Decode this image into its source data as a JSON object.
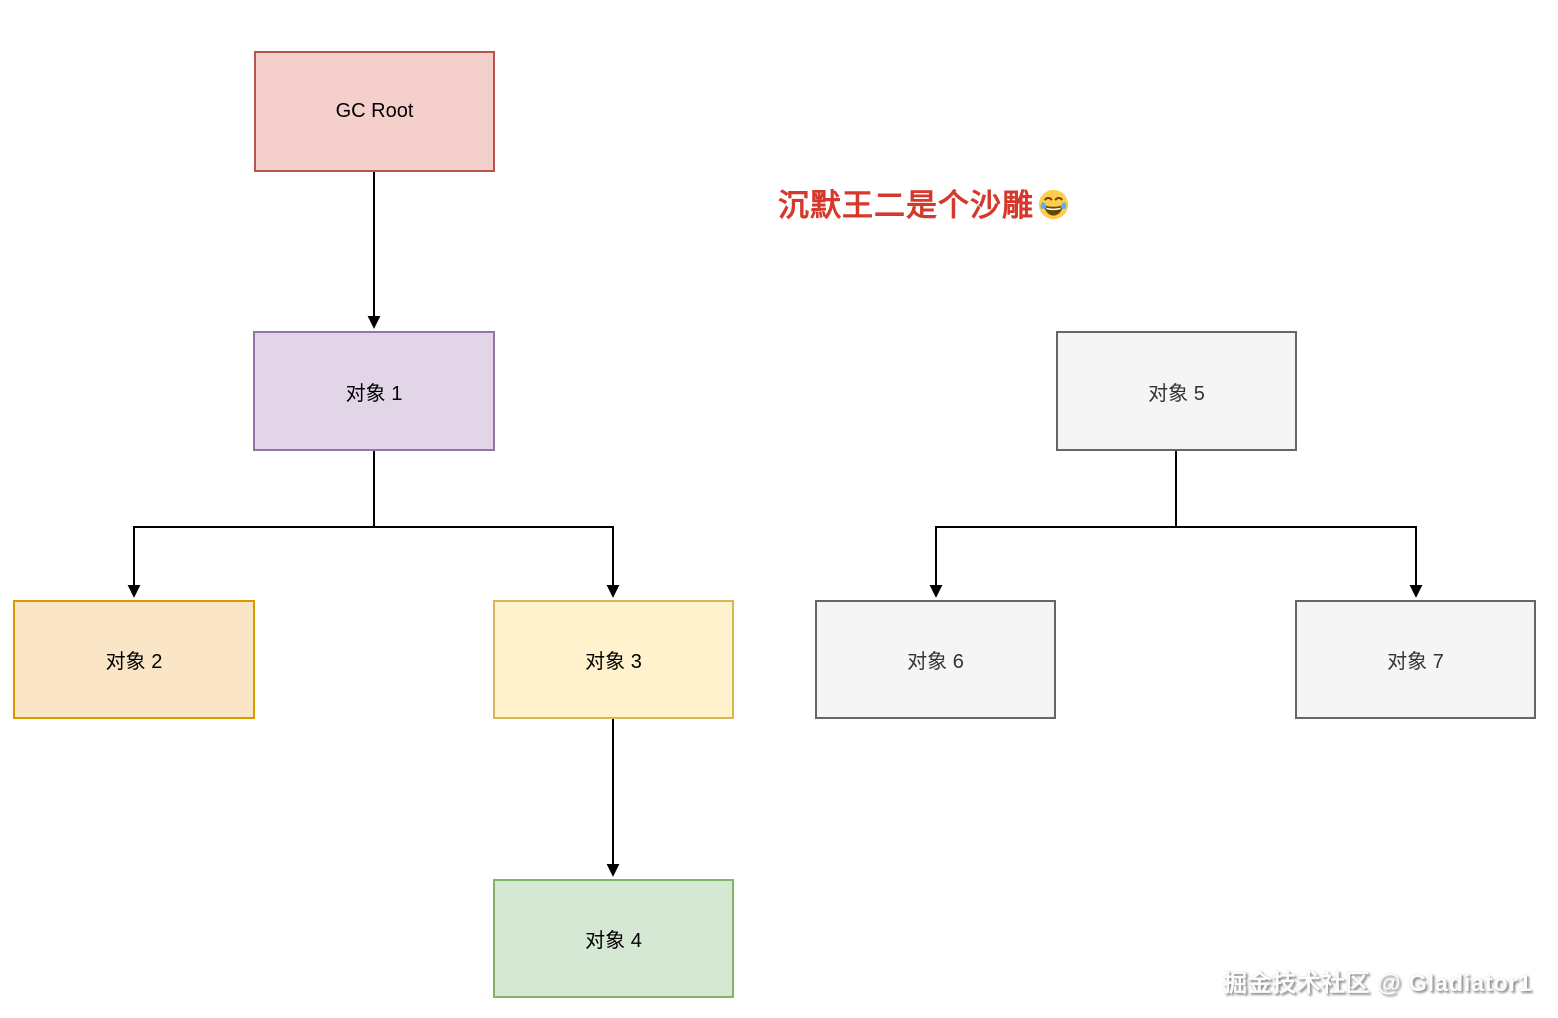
{
  "diagram": {
    "nodes": {
      "gc_root": {
        "label": "GC Root",
        "fill": "#f5cfcb",
        "stroke": "#b85450",
        "text_color": "#000000"
      },
      "obj1": {
        "label": "对象 1",
        "fill": "#e1d5e7",
        "stroke": "#9673a6",
        "text_color": "#000000"
      },
      "obj2": {
        "label": "对象 2",
        "fill": "#fbe5c7",
        "stroke": "#d79b00",
        "text_color": "#000000"
      },
      "obj3": {
        "label": "对象 3",
        "fill": "#fff2cc",
        "stroke": "#d6b656",
        "text_color": "#000000"
      },
      "obj4": {
        "label": "对象 4",
        "fill": "#d5e8d4",
        "stroke": "#82b366",
        "text_color": "#000000"
      },
      "obj5": {
        "label": "对象 5",
        "fill": "#f5f5f5",
        "stroke": "#666666",
        "text_color": "#333333"
      },
      "obj6": {
        "label": "对象 6",
        "fill": "#f5f5f5",
        "stroke": "#666666",
        "text_color": "#333333"
      },
      "obj7": {
        "label": "对象 7",
        "fill": "#f5f5f5",
        "stroke": "#666666",
        "text_color": "#333333"
      }
    },
    "edges": [
      {
        "from": "gc_root",
        "to": "obj1"
      },
      {
        "from": "obj1",
        "to": "obj2"
      },
      {
        "from": "obj1",
        "to": "obj3"
      },
      {
        "from": "obj3",
        "to": "obj4"
      },
      {
        "from": "obj5",
        "to": "obj6"
      },
      {
        "from": "obj5",
        "to": "obj7"
      }
    ],
    "edge_color": "#000000",
    "annotation": {
      "text": "沉默王二是个沙雕",
      "emoji": "😂",
      "color": "#d5392b"
    },
    "watermark": {
      "text": "掘金技术社区 @ Gladiator1"
    }
  }
}
